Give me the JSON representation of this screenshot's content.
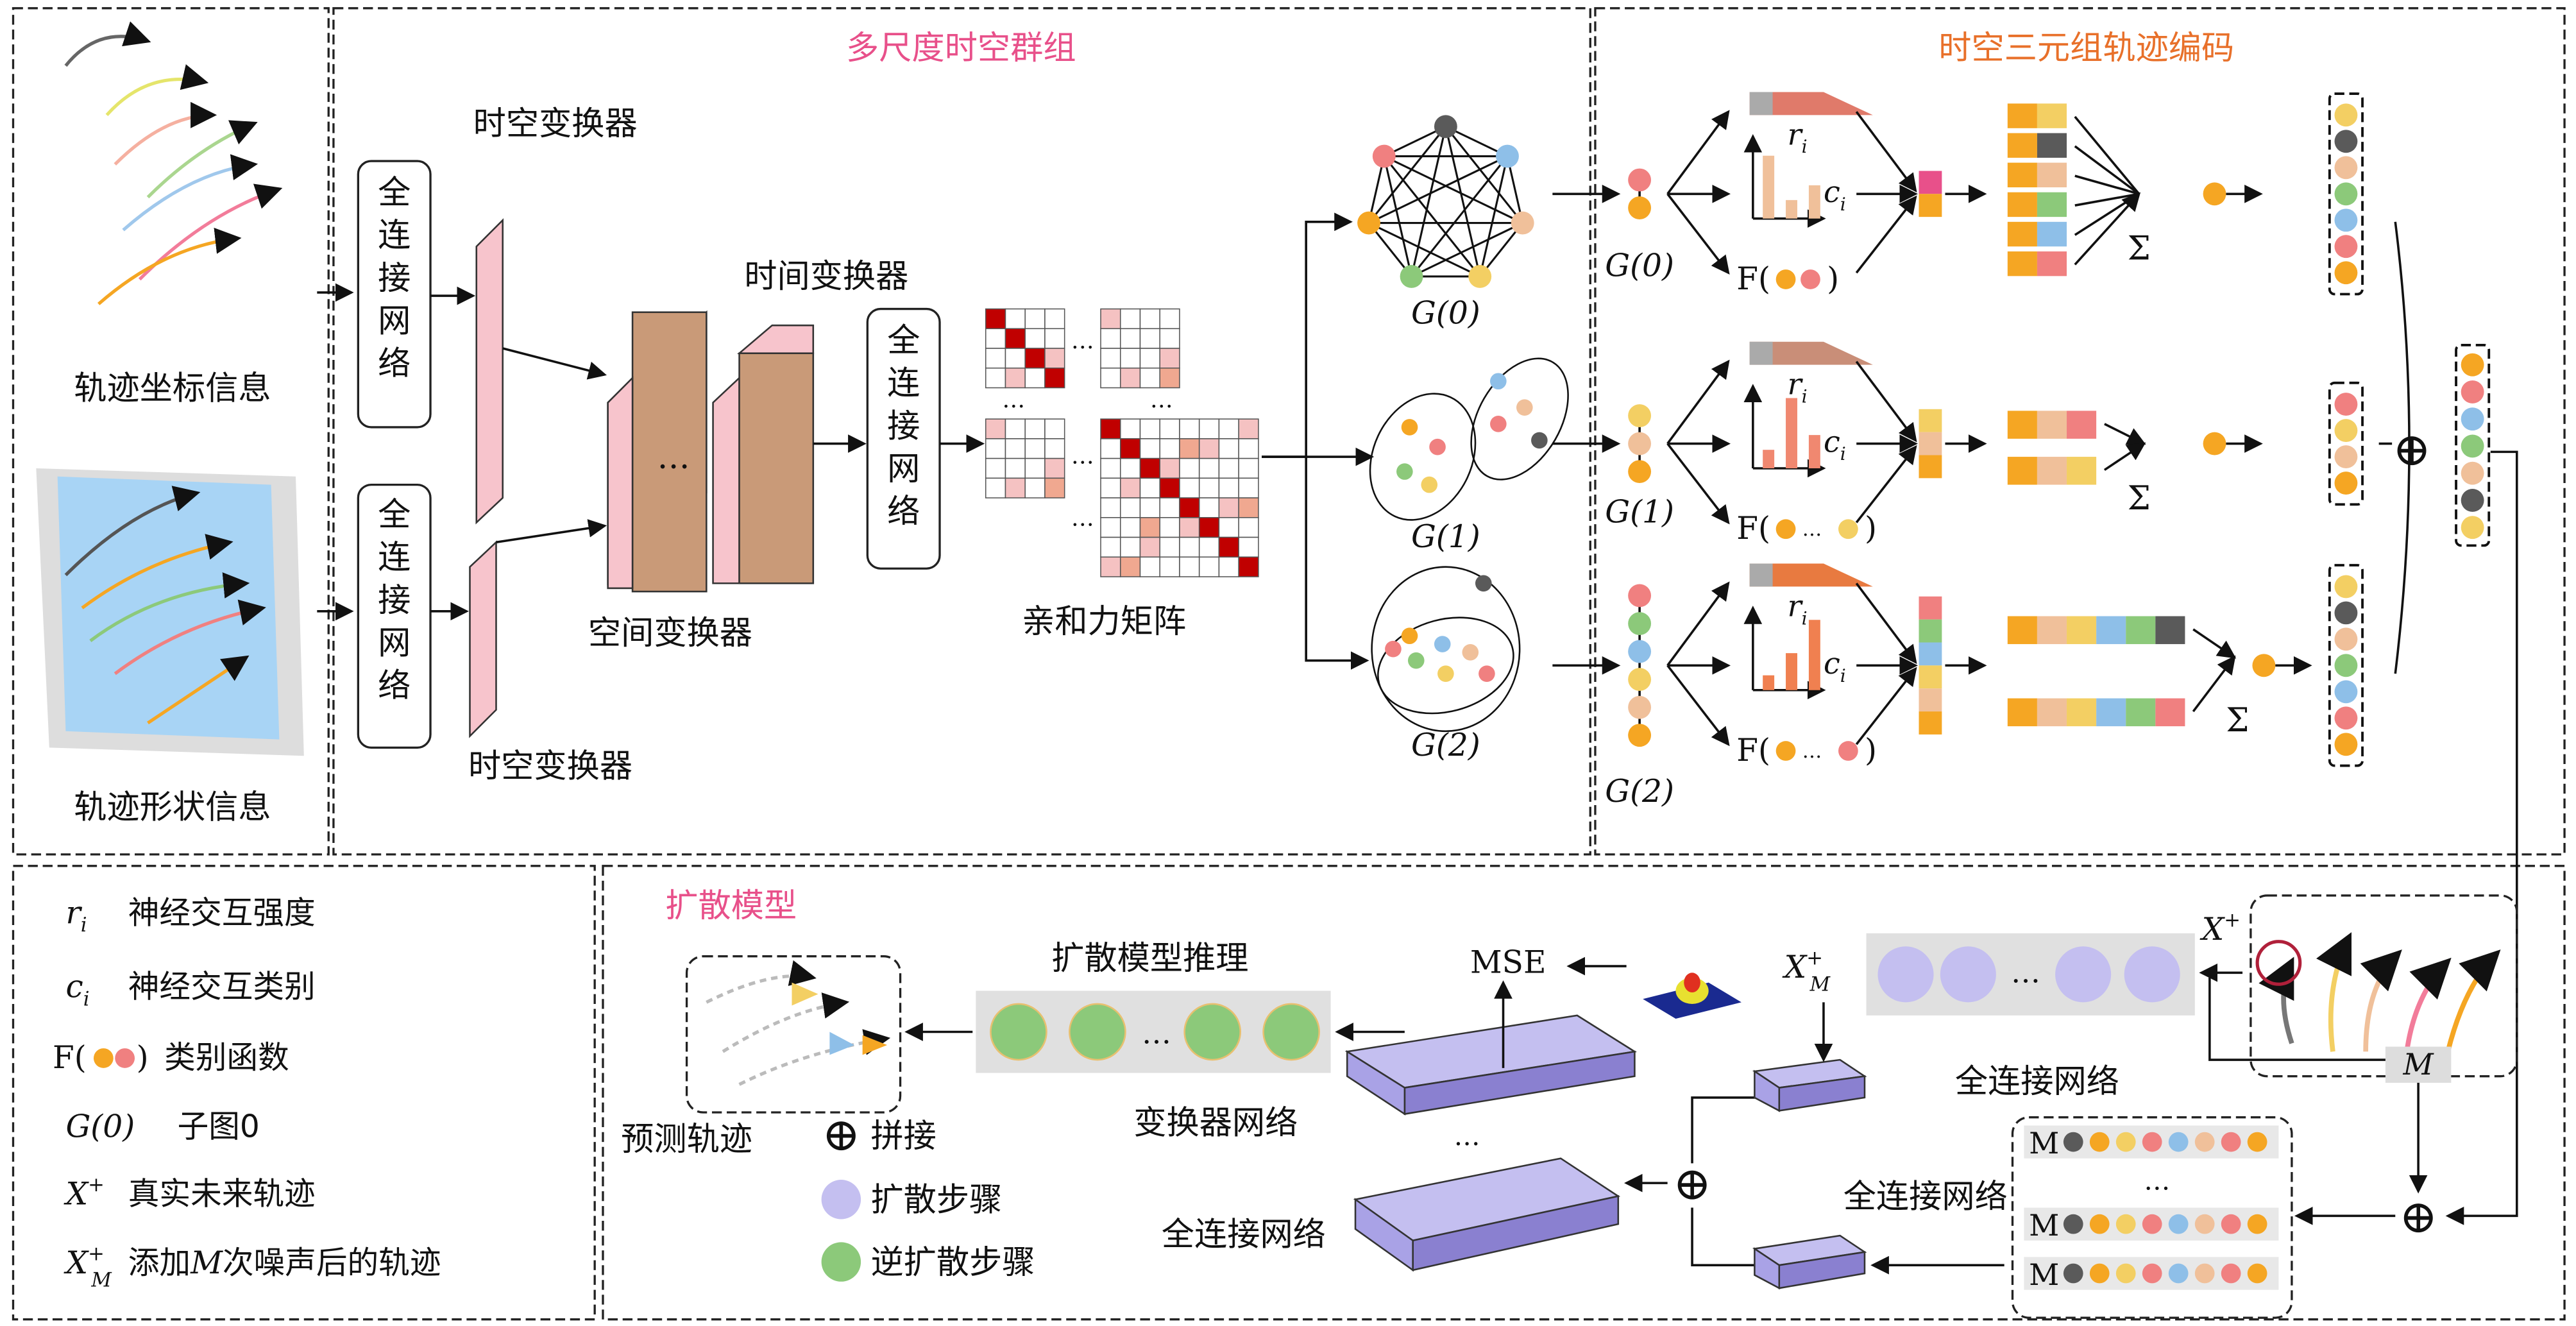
{
  "colors": {
    "title_pink": "#e8508a",
    "title_orange": "#e8702a",
    "orange": "#f5a623",
    "pink": "#f08080",
    "yellow": "#f3cf63",
    "peach": "#f0c09a",
    "green": "#8cc97a",
    "blue": "#8ebfe8",
    "gray": "#5a5a5a",
    "lavender": "#c4bff0",
    "block": "#c99a78",
    "matrix_red": "#c00000"
  },
  "input": {
    "coord_label": "轨迹坐标信息",
    "shape_label": "轨迹形状信息"
  },
  "grouping": {
    "title": "多尺度时空群组",
    "fc_label": "全连接网络",
    "st_transformer_top": "时空变换器",
    "st_transformer_bottom": "时空变换器",
    "time_transformer": "时间变换器",
    "space_transformer": "空间变换器",
    "affinity_matrix": "亲和力矩阵",
    "ellipsis": "…",
    "graphs": [
      "G(0)",
      "G(1)",
      "G(2)"
    ]
  },
  "encoding": {
    "title": "时空三元组轨迹编码",
    "graphs": [
      "G(0)",
      "G(1)",
      "G(2)"
    ],
    "r_label": "r",
    "r_sub": "i",
    "c_label": "c",
    "c_sub": "i",
    "f_label": "F(",
    "f_close": ")",
    "sigma": "Σ",
    "concat": "⊕"
  },
  "legend": {
    "items": [
      {
        "symbol": "r",
        "sub": "i",
        "text": "神经交互强度"
      },
      {
        "symbol": "c",
        "sub": "i",
        "text": "神经交互类别"
      },
      {
        "symbol": "F(",
        "sub": ")",
        "text": "类别函数"
      },
      {
        "symbol": "G(0)",
        "sub": "",
        "text": "子图0"
      },
      {
        "symbol": "X",
        "sup": "+",
        "text": "真实未来轨迹"
      },
      {
        "symbol": "X",
        "sup": "+",
        "sub": "M",
        "text": "添加",
        "var": "M",
        "text2": "次噪声后的轨迹"
      }
    ]
  },
  "diffusion": {
    "title": "扩散模型",
    "inference": "扩散模型推理",
    "predicted": "预测轨迹",
    "mse": "MSE",
    "transformer_net": "变换器网络",
    "fc_net_1": "全连接网络",
    "fc_net_2": "全连接网络",
    "fc_net_3": "全连接网络",
    "concat_symbol": "⊕",
    "concat_label": "拼接",
    "diffusion_step": "扩散步骤",
    "reverse_step": "逆扩散步骤",
    "x_plus": "X",
    "x_plus_sup": "+",
    "xm": "X",
    "xm_sup": "+",
    "xm_sub": "M",
    "m_label": "M",
    "m_rows": [
      "M",
      "M",
      "M"
    ],
    "ellipsis": "…"
  }
}
